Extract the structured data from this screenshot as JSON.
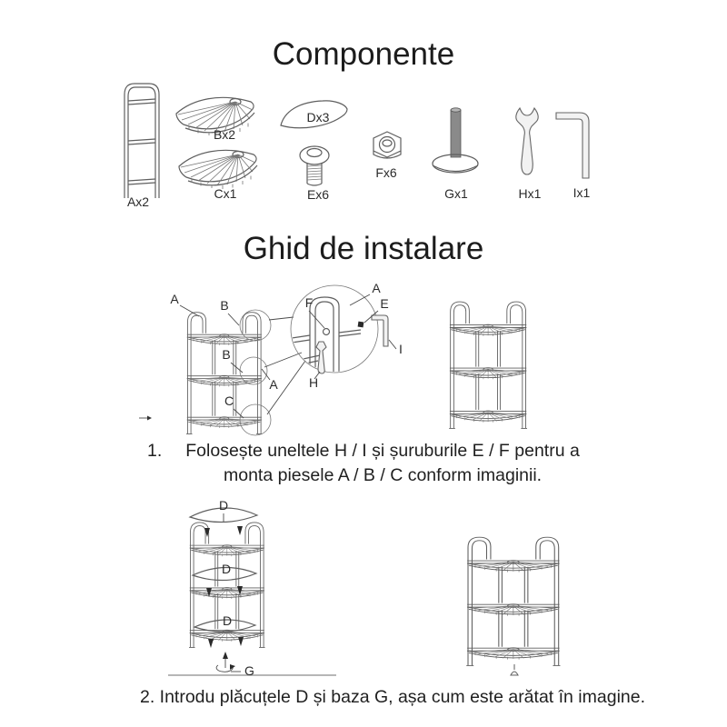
{
  "titles": {
    "components": "Componente",
    "guide": "Ghid de instalare"
  },
  "components": [
    {
      "name": "side-frame",
      "label": "Ax2"
    },
    {
      "name": "wire-shelf-top",
      "label": "Bx2"
    },
    {
      "name": "wire-shelf-bottom",
      "label": "Cx1"
    },
    {
      "name": "corner-plate",
      "label": "Dx3"
    },
    {
      "name": "screw",
      "label": "Ex6"
    },
    {
      "name": "nut",
      "label": "Fx6"
    },
    {
      "name": "foot",
      "label": "Gx1"
    },
    {
      "name": "wrench",
      "label": "Hx1"
    },
    {
      "name": "allen-key",
      "label": "Ix1"
    }
  ],
  "step1": {
    "number": "1.",
    "line1": "Folosește uneltele H / I și șuruburile E / F pentru a",
    "line2": "monta piesele A / B / C conform imaginii.",
    "labels": {
      "a_top": "A",
      "b_top": "B",
      "b_mid": "B",
      "c_bot": "C",
      "a_side": "A",
      "f": "F",
      "a_detail": "A",
      "e": "E",
      "i": "I",
      "h": "H"
    }
  },
  "step2": {
    "text": "2. Introdu plăcuțele D și baza G, așa cum este arătat în imagine.",
    "labels": {
      "d_top": "D",
      "d_mid": "D",
      "d_bot": "D",
      "g": "G"
    }
  }
}
